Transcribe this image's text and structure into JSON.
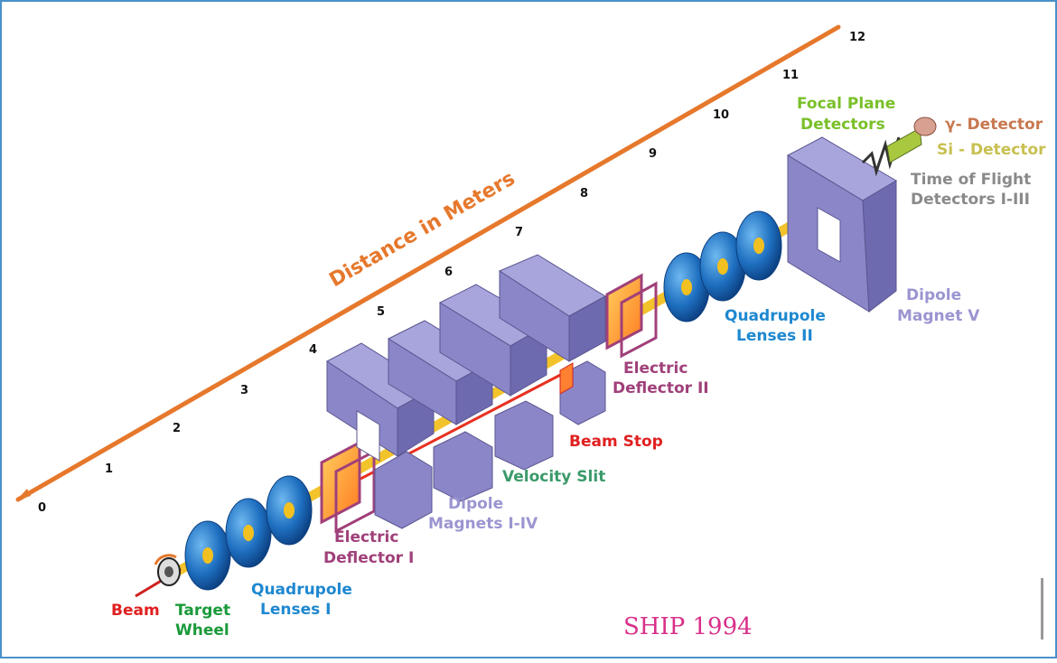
{
  "axis": {
    "title": "Distance in Meters",
    "ticks": [
      "0",
      "1",
      "2",
      "3",
      "4",
      "5",
      "6",
      "7",
      "8",
      "9",
      "10",
      "11",
      "12"
    ]
  },
  "labels": {
    "beam": "Beam",
    "target_wheel": [
      "Target",
      "Wheel"
    ],
    "quadrupole_lenses_1": [
      "Quadrupole",
      "Lenses I"
    ],
    "electric_deflector_1": [
      "Electric",
      "Deflector I"
    ],
    "dipole_magnets_1_4": [
      "Dipole",
      "Magnets I-IV"
    ],
    "velocity_slit": "Velocity Slit",
    "beam_stop": "Beam Stop",
    "electric_deflector_2": [
      "Electric",
      "Deflector II"
    ],
    "quadrupole_lenses_2": [
      "Quadrupole",
      "Lenses II"
    ],
    "dipole_magnet_5": [
      "Dipole",
      "Magnet V"
    ],
    "time_of_flight": [
      "Time of Flight",
      "Detectors I-III"
    ],
    "focal_plane": [
      "Focal Plane",
      "Detectors"
    ],
    "gamma_detector": "γ- Detector",
    "si_detector": "Si - Detector",
    "title": "SHIP 1994"
  },
  "colors": {
    "frame": "#4a90c8",
    "axis": "#e6782c",
    "beam_label": "#e02020",
    "target": "#1a9a3a",
    "quad": "#1e88d0",
    "deflector": "#a0407a",
    "dipole_text": "#9a95d0",
    "slit": "#3a9a6a",
    "stop": "#e02020",
    "tof": "#8a8a8a",
    "focal": "#7ac02a",
    "gamma": "#c87850",
    "si": "#c8c050",
    "title": "#d8308a"
  }
}
